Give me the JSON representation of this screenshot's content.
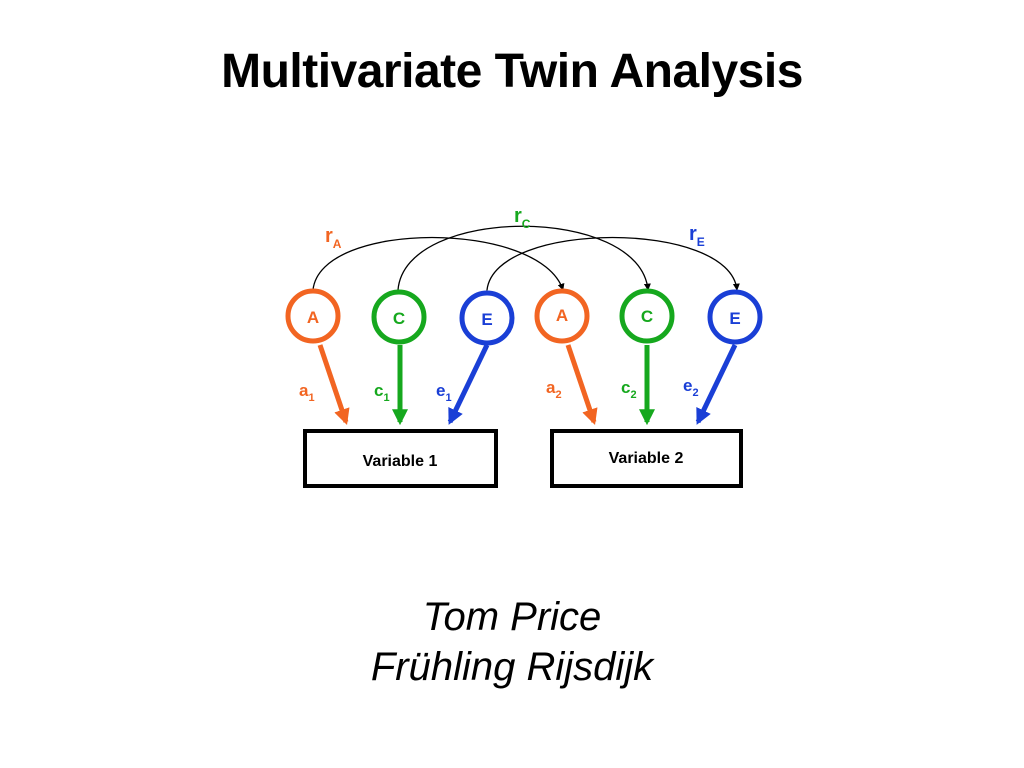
{
  "slide": {
    "title": "Multivariate Twin Analysis",
    "authors": [
      "Tom Price",
      "Frühling Rijsdijk"
    ]
  },
  "colors": {
    "A": "#f26522",
    "C": "#16a81e",
    "E": "#1a3fd6",
    "line": "#000000"
  },
  "diagram": {
    "factors_1": [
      {
        "letter": "A",
        "color_key": "A"
      },
      {
        "letter": "C",
        "color_key": "C"
      },
      {
        "letter": "E",
        "color_key": "E"
      }
    ],
    "factors_2": [
      {
        "letter": "A",
        "color_key": "A"
      },
      {
        "letter": "C",
        "color_key": "C"
      },
      {
        "letter": "E",
        "color_key": "E"
      }
    ],
    "paths_1": [
      {
        "main": "a",
        "sub": "1"
      },
      {
        "main": "c",
        "sub": "1"
      },
      {
        "main": "e",
        "sub": "1"
      }
    ],
    "paths_2": [
      {
        "main": "a",
        "sub": "2"
      },
      {
        "main": "c",
        "sub": "2"
      },
      {
        "main": "e",
        "sub": "2"
      }
    ],
    "correlations": [
      {
        "main": "r",
        "sub": "A"
      },
      {
        "main": "r",
        "sub": "C"
      },
      {
        "main": "r",
        "sub": "E"
      }
    ],
    "variables": [
      "Variable 1",
      "Variable 2"
    ]
  }
}
